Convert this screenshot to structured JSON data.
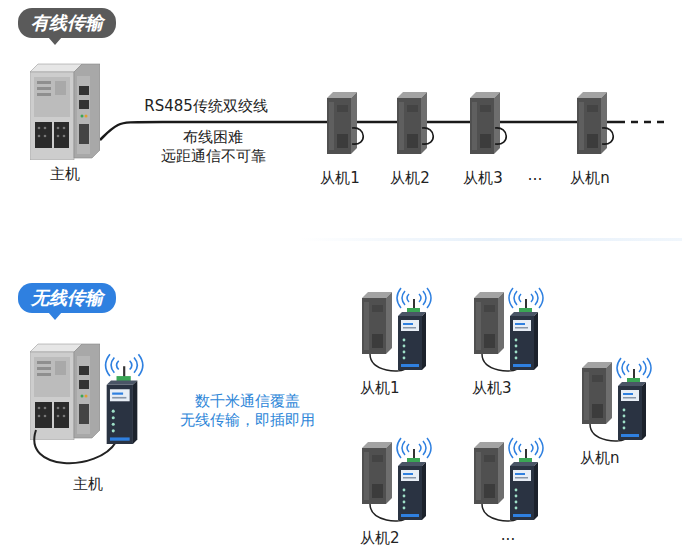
{
  "diagram": {
    "nodes": [
      {
        "text": [
          "有线传输"
        ]
      },
      {
        "text": [
          "主机"
        ]
      },
      {
        "text": [
          "从机1"
        ]
      },
      {
        "text": [
          "从机2"
        ]
      },
      {
        "text": [
          "从机3"
        ]
      },
      {
        "text": [
          "从机n"
        ]
      },
      {
        "text": [
          "无线传输"
        ]
      },
      {
        "text": [
          "主机"
        ]
      },
      {
        "text": [
          "从机1"
        ]
      },
      {
        "text": [
          "从机3"
        ]
      },
      {
        "text": [
          "从机n"
        ]
      },
      {
        "text": [
          "从机2"
        ]
      }
    ],
    "edges": [
      {
        "from": 1,
        "to": 2,
        "arrow": "none",
        "label": "RS485传统双绞线"
      },
      {
        "from": 2,
        "to": 3,
        "arrow": "none"
      },
      {
        "from": 3,
        "to": 4,
        "arrow": "none"
      },
      {
        "from": 4,
        "to": 5,
        "arrow": "none"
      }
    ],
    "labels": [
      "布线困难 远距通信不可靠",
      "…",
      "数千米通信覆盖 无线传输，即插即用",
      "..."
    ]
  }
}
